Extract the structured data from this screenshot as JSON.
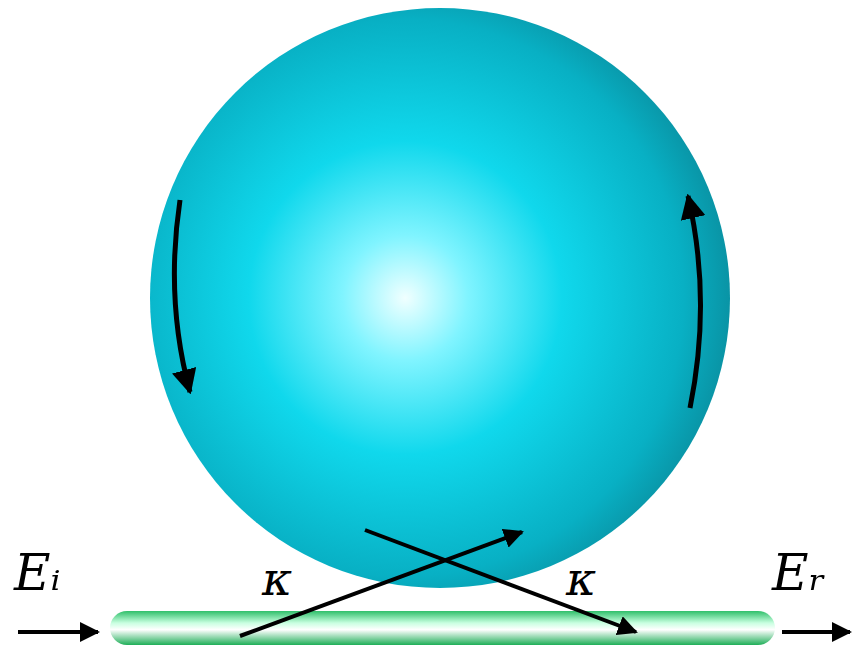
{
  "diagram": {
    "labels": [
      "Eᵢ",
      "κ",
      "κ",
      "Eᵣ"
    ]
  }
}
